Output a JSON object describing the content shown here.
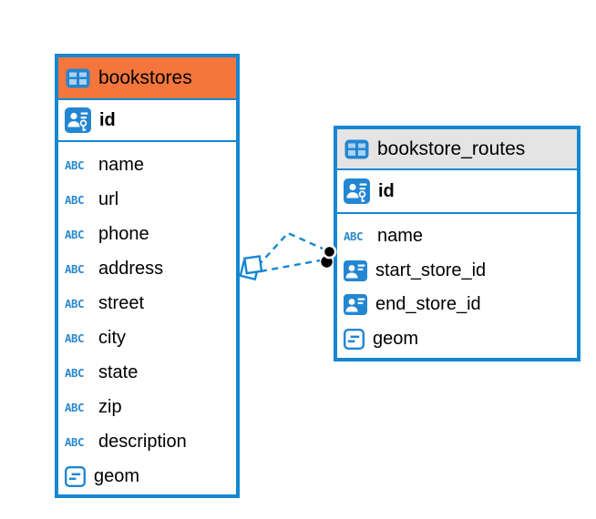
{
  "labels": {
    "text_type_label": "ABC"
  },
  "colors": {
    "accent_blue": "#1587D1",
    "icon_blue": "#2386D2",
    "selected_header_orange": "#F5763C",
    "header_gray": "#E5E4E4",
    "relationship_dot": "#000000",
    "canvas_background": "#FFFFFF",
    "text": "#000000"
  },
  "tables": [
    {
      "name": "bookstores",
      "header_icon": "table-icon",
      "header_highlighted": true,
      "primary_key": {
        "name": "id",
        "icon": "primary-key-icon"
      },
      "columns": [
        {
          "name": "name",
          "icon": "text-type-icon"
        },
        {
          "name": "url",
          "icon": "text-type-icon"
        },
        {
          "name": "phone",
          "icon": "text-type-icon"
        },
        {
          "name": "address",
          "icon": "text-type-icon"
        },
        {
          "name": "street",
          "icon": "text-type-icon"
        },
        {
          "name": "city",
          "icon": "text-type-icon"
        },
        {
          "name": "state",
          "icon": "text-type-icon"
        },
        {
          "name": "zip",
          "icon": "text-type-icon"
        },
        {
          "name": "description",
          "icon": "text-type-icon"
        },
        {
          "name": "geom",
          "icon": "geometry-type-icon"
        }
      ]
    },
    {
      "name": "bookstore_routes",
      "header_icon": "table-icon",
      "header_highlighted": false,
      "primary_key": {
        "name": "id",
        "icon": "primary-key-icon"
      },
      "columns": [
        {
          "name": "name",
          "icon": "text-type-icon"
        },
        {
          "name": "start_store_id",
          "icon": "reference-type-icon"
        },
        {
          "name": "end_store_id",
          "icon": "reference-type-icon"
        },
        {
          "name": "geom",
          "icon": "geometry-type-icon"
        }
      ]
    }
  ],
  "relationships": [
    {
      "from_table": "bookstores",
      "to_table": "bookstore_routes",
      "from_marker": "diamond",
      "to_marker": "dot",
      "line_style": "dashed"
    },
    {
      "from_table": "bookstores",
      "to_table": "bookstore_routes",
      "from_marker": "diamond",
      "to_marker": "dot",
      "line_style": "dashed"
    }
  ]
}
